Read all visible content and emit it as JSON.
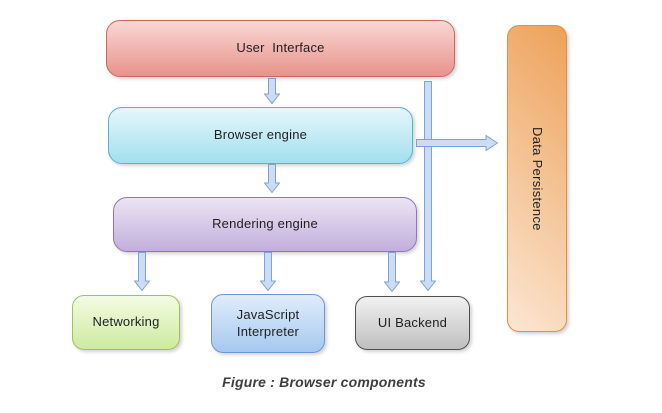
{
  "caption": "Figure : Browser components",
  "nodes": {
    "user_interface": {
      "label": "User  Interface"
    },
    "browser_engine": {
      "label": "Browser engine"
    },
    "rendering_engine": {
      "label": "Rendering engine"
    },
    "networking": {
      "label": "Networking"
    },
    "javascript_interpreter": {
      "label": "JavaScript Interpreter"
    },
    "ui_backend": {
      "label": "UI Backend"
    },
    "data_persistence": {
      "label": "Data Persistence"
    }
  },
  "arrows": [
    {
      "from": "user_interface",
      "to": "browser_engine",
      "direction": "down"
    },
    {
      "from": "browser_engine",
      "to": "rendering_engine",
      "direction": "down"
    },
    {
      "from": "rendering_engine",
      "to": "networking",
      "direction": "down"
    },
    {
      "from": "rendering_engine",
      "to": "javascript_interpreter",
      "direction": "down"
    },
    {
      "from": "rendering_engine",
      "to": "ui_backend",
      "direction": "down"
    },
    {
      "from": "user_interface",
      "to": "ui_backend",
      "direction": "down"
    },
    {
      "from": "browser_engine",
      "to": "data_persistence",
      "direction": "right"
    }
  ],
  "palette": {
    "background": "#ffffff",
    "user_interface_fill": "#e8938c",
    "user_interface_border": "#ca6862",
    "browser_engine_fill": "#a3dfee",
    "browser_engine_border": "#53b5d2",
    "rendering_engine_fill": "#c3aedd",
    "rendering_engine_border": "#8f76b5",
    "networking_fill": "#cdea9f",
    "networking_border": "#a0bf5e",
    "javascript_interpreter_fill": "#a6c8ef",
    "javascript_interpreter_border": "#6c98d1",
    "ui_backend_fill": "#bfbfbf",
    "ui_backend_border": "#4f4f4f",
    "data_persistence_fill": "#eea15a",
    "data_persistence_border": "#dd9143",
    "arrow_fill": "#ccdcf4",
    "arrow_border": "#7ca3d6",
    "caption_color": "#3f3f41"
  }
}
